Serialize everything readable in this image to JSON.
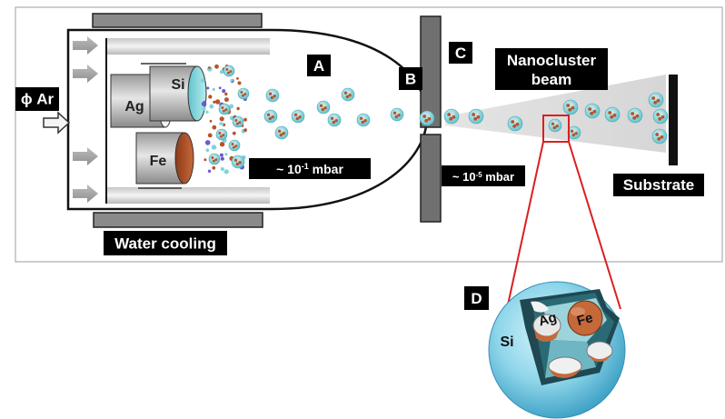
{
  "labels": {
    "argon_input": "ϕ Ar",
    "water_cooling": "Water cooling",
    "target_ag": "Ag",
    "target_si": "Si",
    "target_fe": "Fe",
    "region_a": "A",
    "region_b": "B",
    "region_c": "C",
    "region_d": "D",
    "beam_line1": "Nanocluster",
    "beam_line2": "beam",
    "substrate": "Substrate",
    "pressure_a": "~ 10",
    "pressure_a_exp": "-1",
    "pressure_a_unit": " mbar",
    "pressure_c": "~ 10",
    "pressure_c_exp": "-5",
    "pressure_c_unit": " mbar",
    "cluster_si": "Si",
    "cluster_ag": "Ag",
    "cluster_fe": "Fe"
  },
  "colors": {
    "label_bg": "#000000",
    "label_text": "#ffffff",
    "si_cluster": "#7fd3dc",
    "fe_core": "#b5542a",
    "ag_core": "#d9d9d9",
    "zoom_box": "#d92020",
    "wall_gray": "#707070"
  },
  "icons": [
    "gas-inlet-arrow",
    "flow-arrow",
    "cluster-particle"
  ]
}
